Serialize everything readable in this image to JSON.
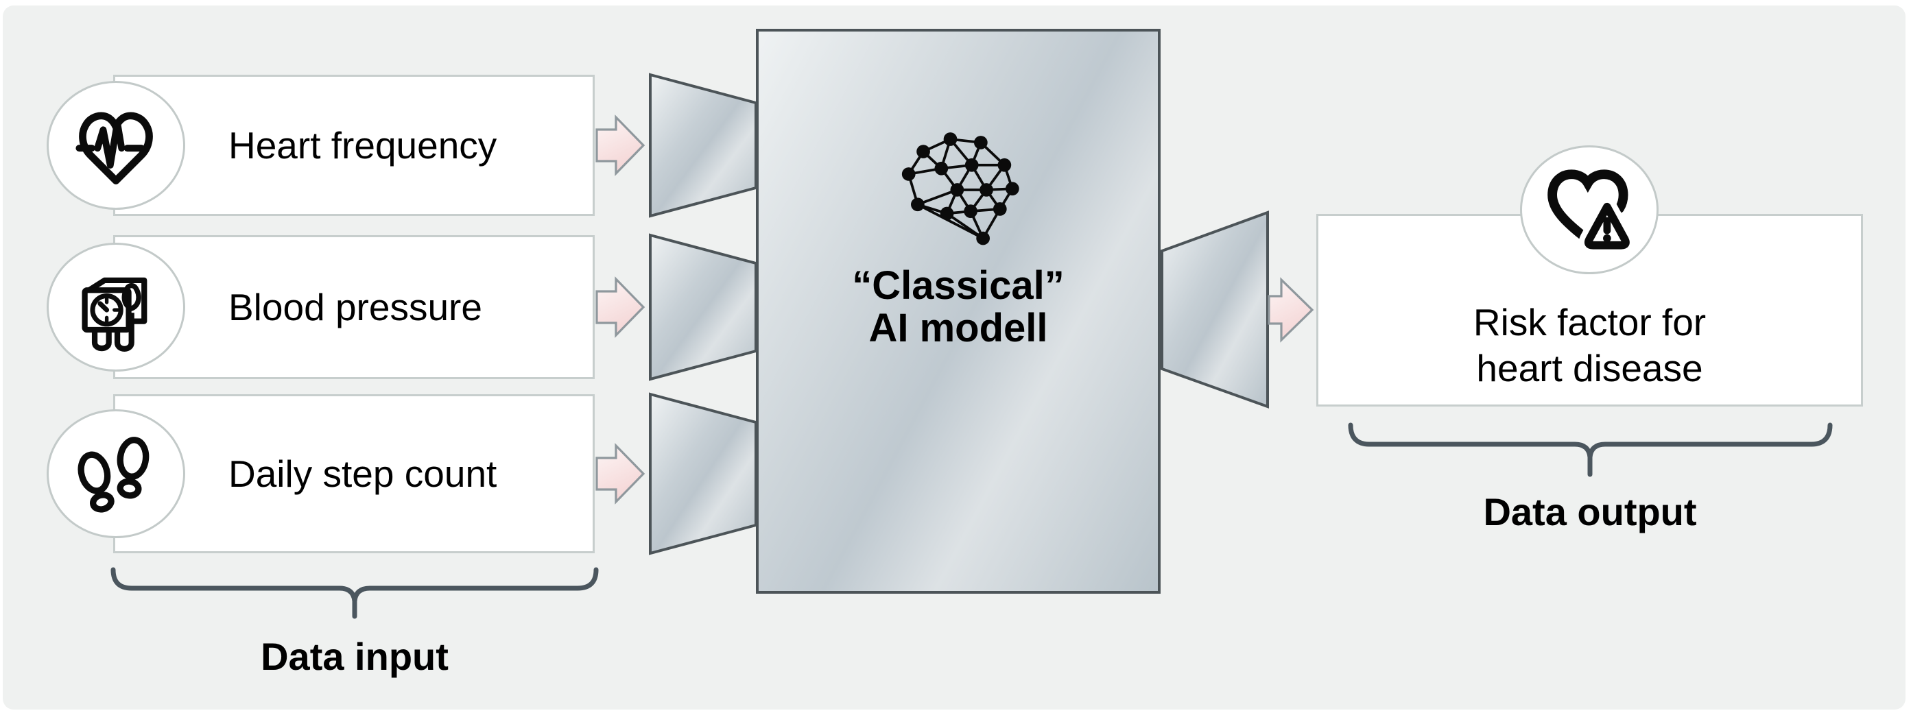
{
  "figure": {
    "input_group": {
      "label": "Data input",
      "items": [
        {
          "label": "Heart frequency",
          "icon": "heartbeat-icon"
        },
        {
          "label": "Blood pressure",
          "icon": "blood-pressure-icon"
        },
        {
          "label": "Daily step count",
          "icon": "footsteps-icon"
        }
      ]
    },
    "model": {
      "title_line1": "“Classical”",
      "title_line2": "AI modell",
      "icon": "brain-network-icon"
    },
    "output_group": {
      "label": "Data output",
      "items": [
        {
          "label_line1": "Risk factor for",
          "label_line2": "heart disease",
          "icon": "heart-warning-icon"
        }
      ]
    },
    "colors": {
      "panel_background": "#eff1f0",
      "box_border": "#c7cecd",
      "circle_border": "#c3cac9",
      "silver_dark_border": "#4c5458",
      "silver_fill_light": "#e9edee",
      "silver_fill_dark": "#b7c2c9",
      "arrow_fill_light": "#fdf5f5",
      "arrow_fill_dark": "#f6dcdc",
      "arrow_border": "#8f989d",
      "brace_color": "#4b565e",
      "text_color": "#000000"
    }
  }
}
